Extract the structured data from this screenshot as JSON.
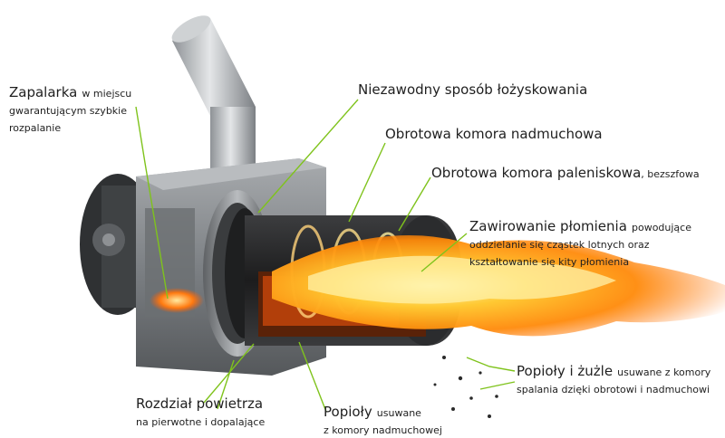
{
  "labels": {
    "zapalarka": {
      "title": "Zapalarka",
      "title_suffix": "w miejscu",
      "line2": "gwarantującym szybkie",
      "line3": "rozpalanie"
    },
    "lozyskowanie": {
      "title": "Niezawodny sposób łożyskowania"
    },
    "komora_nadmuchowa": {
      "title": "Obrotowa komora nadmuchowa"
    },
    "komora_paleniskowa": {
      "title": "Obrotowa komora paleniskowa",
      "suffix": ", bezszfowa"
    },
    "zawirowanie": {
      "title": "Zawirowanie płomienia",
      "title_suffix": "powodujące",
      "line2": "oddzielanie się cząstek lotnych oraz",
      "line3": "kształtowanie się kity płomienia"
    },
    "popioly_zuzle": {
      "title": "Popioły i żużle",
      "title_suffix": "usuwane z komory",
      "line2": "spalania dzięki obrotowi i nadmuchowi"
    },
    "rozdzial": {
      "title": "Rozdział powietrza",
      "line2": "na pierwotne i dopalające"
    },
    "popioly": {
      "title": "Popioły",
      "title_suffix": "usuwane",
      "line2": "z komory nadmuchowej"
    }
  },
  "colors": {
    "leader": "#7fc31c",
    "flame_core": "#fff3a0",
    "flame_mid": "#ffb21a",
    "flame_outer": "#ff6a00",
    "steel_light": "#d6d8da",
    "steel_dark": "#6d7073",
    "housing": "#8a8d90"
  }
}
